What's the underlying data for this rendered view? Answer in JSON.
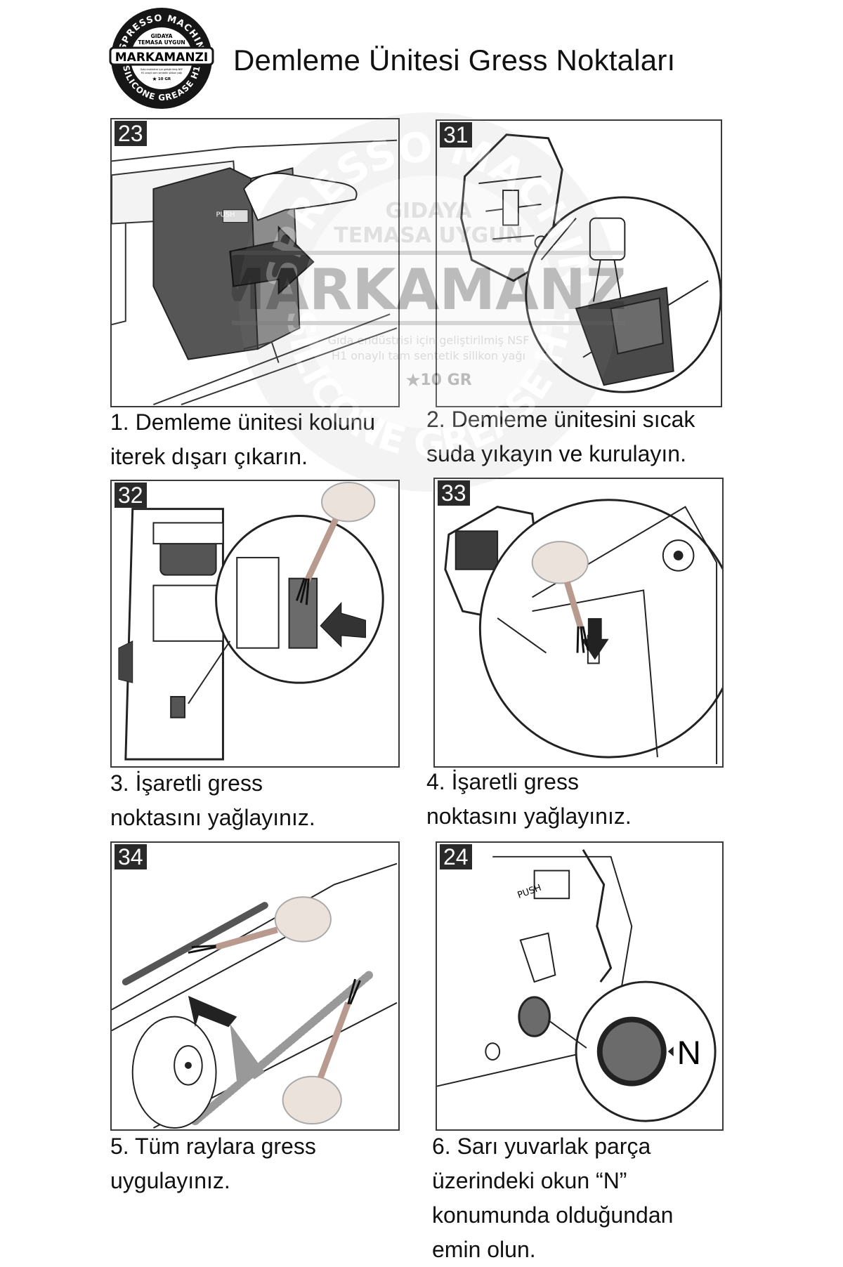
{
  "header": {
    "title": "Demleme Ünitesi Gress Noktaları",
    "logo": {
      "brand": "MARKAMANZI",
      "top_arc": "ESPRESSO MACHINE",
      "bottom_arc": "SILICONE GREASE H1",
      "line1": "GIDAYA",
      "line2": "TEMASA UYGUN",
      "small1": "Gıda endüstrisi için geliştirilmiş NSF",
      "small2": "H1 onaylı tam sentetik silikon yağı",
      "weight": "10 GR"
    }
  },
  "watermark": {
    "top_arc": "ESPRESSO MACHINE",
    "bottom_arc": "SILICONE GREASE H1",
    "line1": "GIDAYA",
    "line2": "TEMASA UYGUN",
    "brand": "MARKAMANZI",
    "small1": "Gıda endüstrisi için geliştirilmiş NSF",
    "small2": "H1 onaylı tam sentetik silikon yağı",
    "weight": "10 GR"
  },
  "steps": [
    {
      "fig": "23",
      "lines": [
        "1. Demleme ünitesi kolunu",
        "iterek dışarı çıkarın."
      ]
    },
    {
      "fig": "31",
      "lines": [
        "2. Demleme ünitesini sıcak",
        "suda yıkayın ve kurulayın."
      ]
    },
    {
      "fig": "32",
      "lines": [
        "3. İşaretli gress",
        "noktasını yağlayınız."
      ]
    },
    {
      "fig": "33",
      "lines": [
        "4. İşaretli gress",
        "noktasını yağlayınız."
      ]
    },
    {
      "fig": "34",
      "lines": [
        "5. Tüm raylara gress",
        "uygulayınız."
      ]
    },
    {
      "fig": "24",
      "lines": [
        "6. Sarı yuvarlak parça",
        "üzerindeki okun “N”",
        "konumunda olduğundan",
        "emin olun."
      ]
    }
  ],
  "figure_labels": {
    "push": "PUSH",
    "n_marker": "N"
  },
  "colors": {
    "dark": "#2a2a2a",
    "mid": "#6b6b6b",
    "grease": "#555555",
    "bottle": "#e9ddd6",
    "brush": "#b99a8f"
  }
}
